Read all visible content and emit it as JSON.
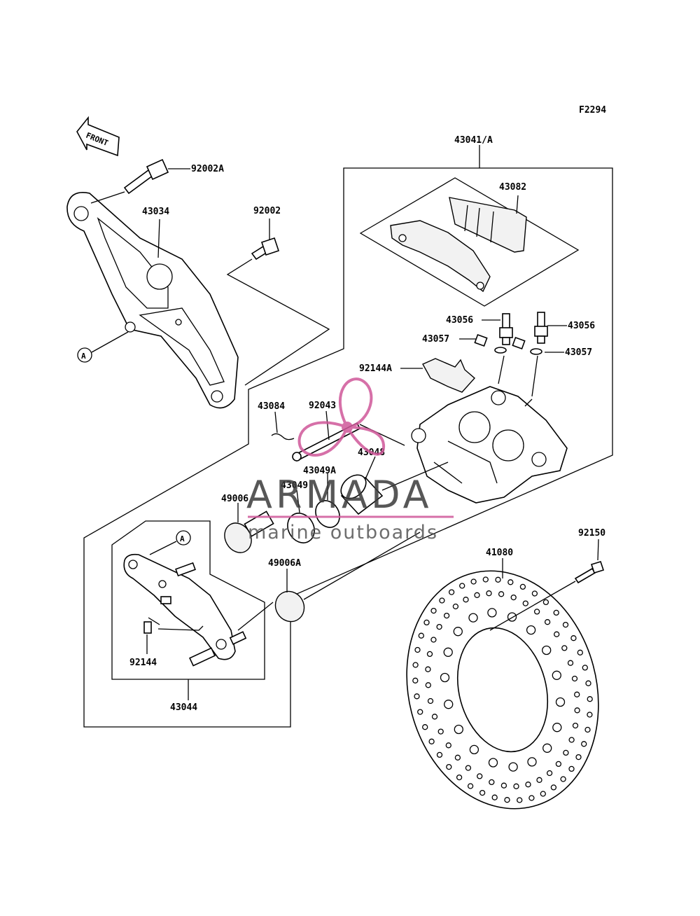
{
  "diagram_code": "F2294",
  "front_arrow_label": "FRONT",
  "ref_marker": "A",
  "labels": {
    "p43041": "43041/A",
    "p43082": "43082",
    "p92002A": "92002A",
    "p43034": "43034",
    "p92002": "92002",
    "p43056_left": "43056",
    "p43056_right": "43056",
    "p43057_left": "43057",
    "p43057_right": "43057",
    "p92144A": "92144A",
    "p43084": "43084",
    "p92043": "92043",
    "p43048": "43048",
    "p43049A": "43049A",
    "p43049": "43049",
    "p49006": "49006",
    "p49006A": "49006A",
    "p92150": "92150",
    "p41080": "41080",
    "p92144": "92144",
    "p43044": "43044"
  },
  "watermark": {
    "brand": "ARMADA",
    "tagline": "marine outboards",
    "accent_color": "#d0589a"
  }
}
